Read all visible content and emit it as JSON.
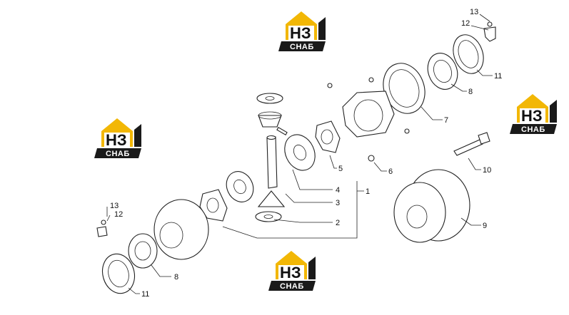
{
  "logo": {
    "letters": "НЗ",
    "subtitle": "СНАБ",
    "accent_color": "#f2b705",
    "dark_color": "#1a1a1a"
  },
  "callouts": {
    "c1": "1",
    "c2": "2",
    "c3": "3",
    "c4": "4",
    "c5": "5",
    "c6": "6",
    "c7": "7",
    "c8_right": "8",
    "c8_left": "8",
    "c9": "9",
    "c10": "10",
    "c11_right": "11",
    "c11_left": "11",
    "c12_right": "12",
    "c12_left": "12",
    "c13_right": "13",
    "c13_left": "13"
  }
}
